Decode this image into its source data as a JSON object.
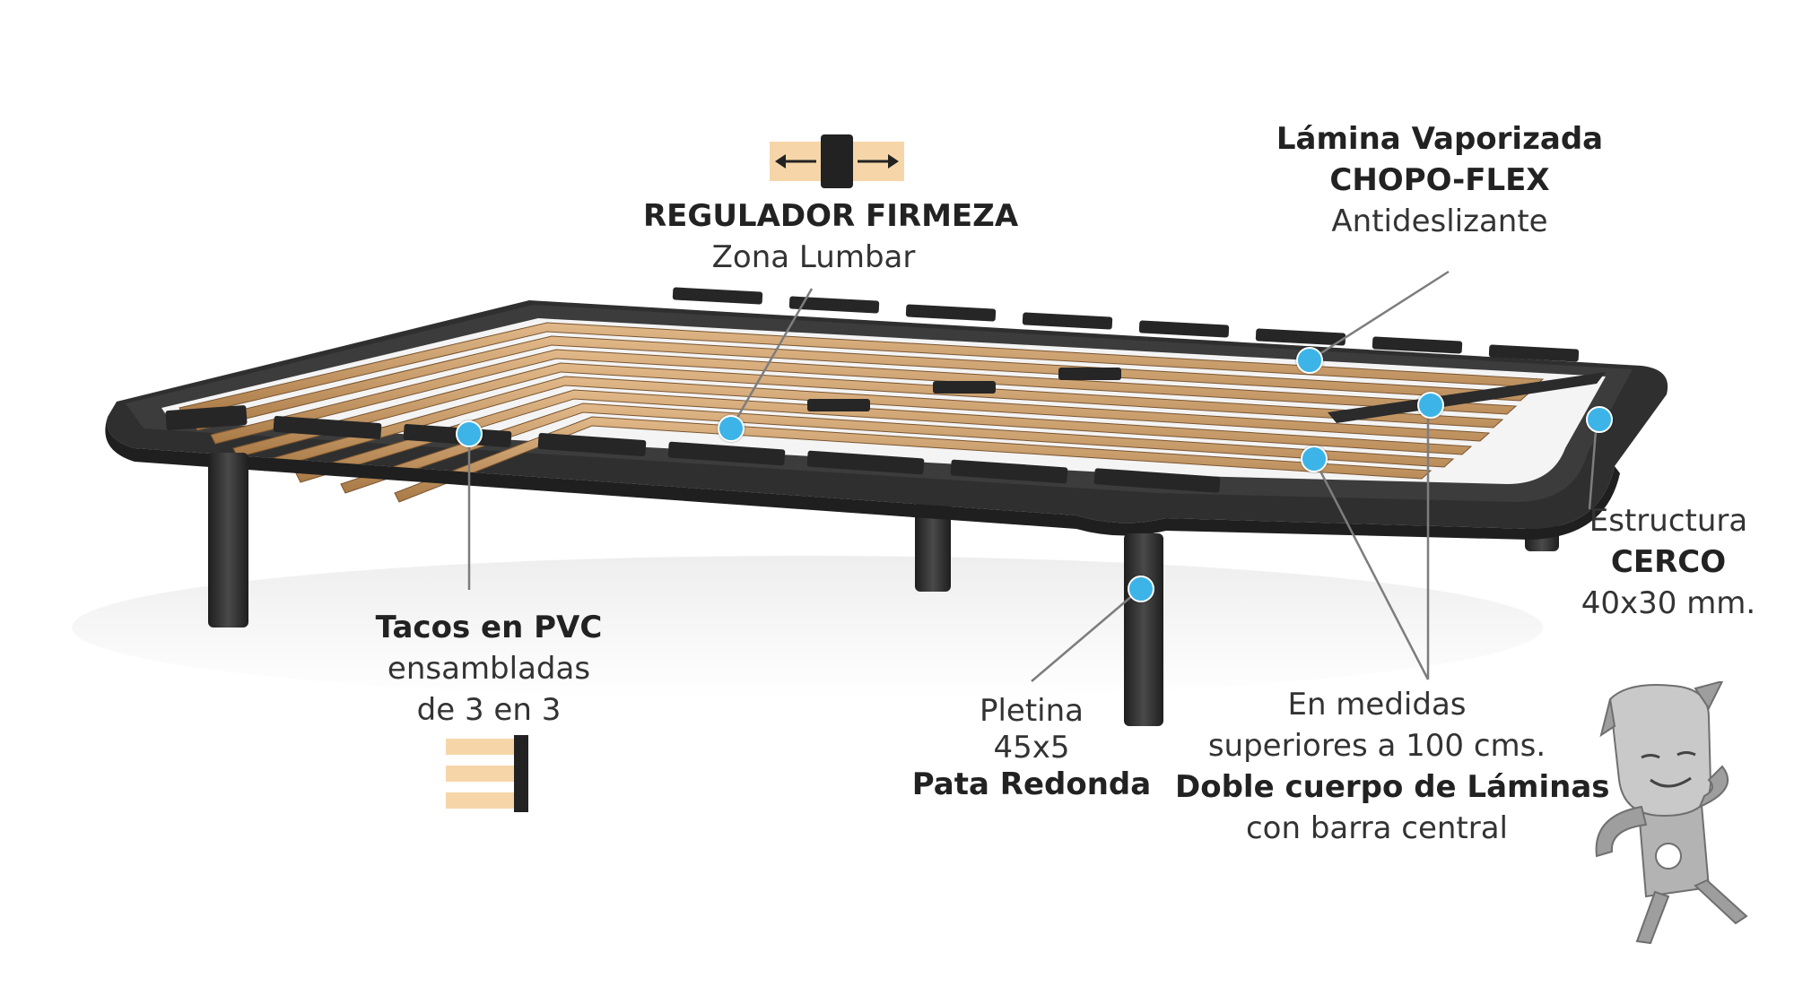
{
  "colors": {
    "accent_dot": "#3cb4e8",
    "frame": "#2e2e2e",
    "slat": "#c89a63",
    "pad": "#f6d6a8"
  },
  "labels": {
    "regulador": {
      "line1": "REGULADOR FIRMEZA",
      "line2": "Zona Lumbar"
    },
    "lamina": {
      "line1": "Lámina Vaporizada",
      "line2": "CHOPO-FLEX",
      "line3": "Antideslizante"
    },
    "estructura": {
      "line1": "Estructura",
      "line2": "CERCO",
      "line3": "40x30 mm."
    },
    "tacos": {
      "line1": "Tacos en PVC",
      "line2": "ensambladas",
      "line3": "de 3 en 3"
    },
    "pletina": {
      "line1": "Pletina",
      "line2": "45x5",
      "line3": "Pata Redonda"
    },
    "medidas": {
      "line1": "En medidas",
      "line2": "superiores a 100 cms.",
      "line3": "Doble cuerpo de Láminas",
      "line4": "con barra central"
    }
  },
  "icons": {
    "firmness": "firmness-regulator-icon",
    "pvc": "pvc-blocks-icon",
    "mascot": "mascot-character"
  }
}
